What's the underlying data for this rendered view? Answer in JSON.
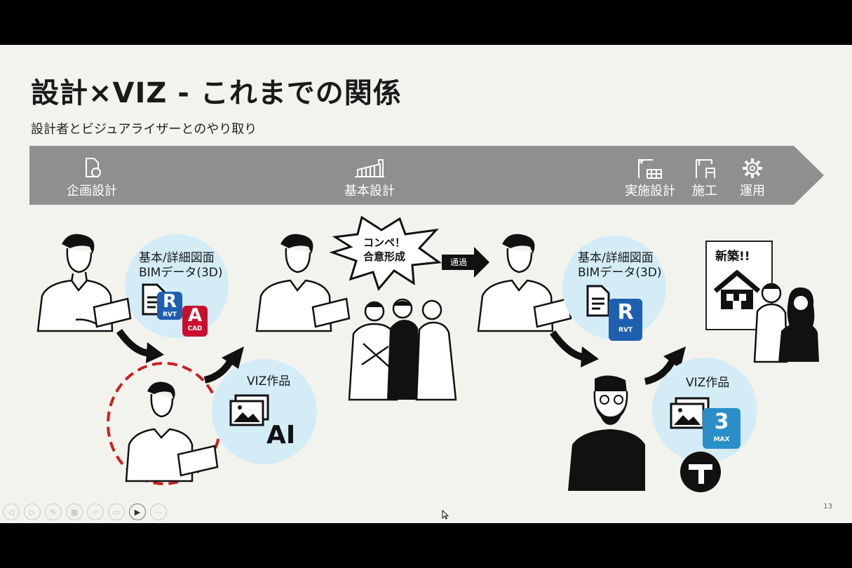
{
  "slide": {
    "title": "設計×VIZ - これまでの関係",
    "subtitle": "設計者とビジュアライザーとのやり取り",
    "page_number": "13"
  },
  "phases": {
    "planning": "企画設計",
    "basic": "基本設計",
    "detailed": "実施設計",
    "construction": "施工",
    "operation": "運用"
  },
  "left_bubble": {
    "line1": "基本/詳細図面",
    "line2": "BIMデータ(3D)"
  },
  "left_viz": {
    "label": "VIZ作品",
    "ai_label": "AI"
  },
  "right_bubble": {
    "line1": "基本/詳細図面",
    "line2": "BIMデータ(3D)"
  },
  "right_viz": {
    "label": "VIZ作品"
  },
  "burst": {
    "line1": "コンペ！",
    "line2": "合意形成"
  },
  "pass_label": "通過",
  "poster_label": "新築!!",
  "badges": {
    "revit": {
      "letter": "R",
      "sub": "RVT"
    },
    "autocad": {
      "letter": "A",
      "sub": "CAD"
    },
    "max": {
      "letter": "3",
      "sub": "MAX"
    }
  },
  "colors": {
    "banner": "#8f8f8f",
    "bubble": "#d3ecf6",
    "revit": "#1f5fb0",
    "autocad": "#c8102e",
    "max": "#2a8fc9",
    "highlight": "#cc1f1f"
  }
}
